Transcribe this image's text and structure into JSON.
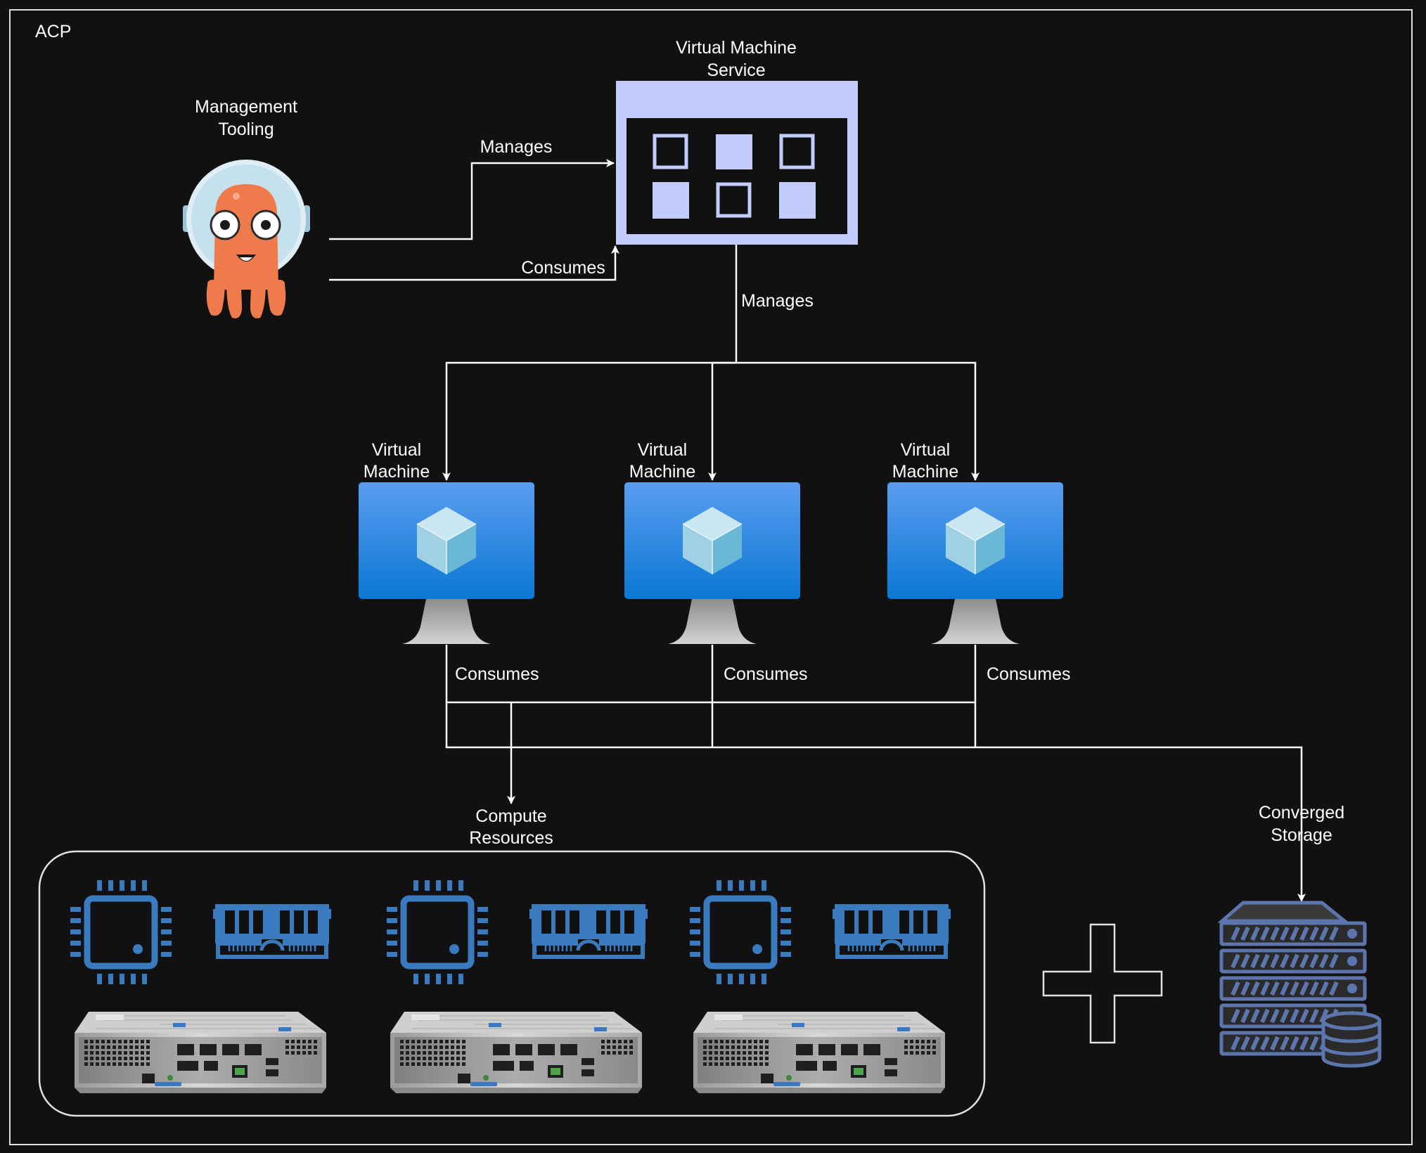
{
  "container": {
    "label": "ACP"
  },
  "management_tooling": {
    "label_line1": "Management",
    "label_line2": "Tooling",
    "icon": "argo-octopus-mascot-icon"
  },
  "vm_service": {
    "label_line1": "Virtual Machine",
    "label_line2": "Service",
    "icon": "vm-service-window-icon"
  },
  "edges": {
    "tooling_manages_service": "Manages",
    "tooling_consumes_service": "Consumes",
    "service_manages_vms": "Manages",
    "vm1_consumes": "Consumes",
    "vm2_consumes": "Consumes",
    "vm3_consumes": "Consumes"
  },
  "virtual_machines": [
    {
      "label_line1": "Virtual",
      "label_line2": "Machine",
      "icon": "virtual-machine-monitor-icon"
    },
    {
      "label_line1": "Virtual",
      "label_line2": "Machine",
      "icon": "virtual-machine-monitor-icon"
    },
    {
      "label_line1": "Virtual",
      "label_line2": "Machine",
      "icon": "virtual-machine-monitor-icon"
    }
  ],
  "compute_resources": {
    "label_line1": "Compute",
    "label_line2": "Resources",
    "nodes": [
      {
        "icons": [
          "cpu-chip-icon",
          "memory-module-icon",
          "server-node-icon"
        ]
      },
      {
        "icons": [
          "cpu-chip-icon",
          "memory-module-icon",
          "server-node-icon"
        ]
      },
      {
        "icons": [
          "cpu-chip-icon",
          "memory-module-icon",
          "server-node-icon"
        ]
      }
    ]
  },
  "plus_symbol": {
    "icon": "plus-icon"
  },
  "converged_storage": {
    "label_line1": "Converged",
    "label_line2": "Storage",
    "icon": "storage-server-rack-icon"
  },
  "colors": {
    "background": "#111111",
    "line": "#ffffff",
    "vm_service_fill": "#c2cdfe",
    "vm_screen_top": "#5b9df0",
    "vm_screen_bottom": "#0a78d4",
    "hardware_icon_blue": "#3a7bbf",
    "storage_slate": "#5c76ad",
    "argo_orange": "#ef7b4d"
  }
}
